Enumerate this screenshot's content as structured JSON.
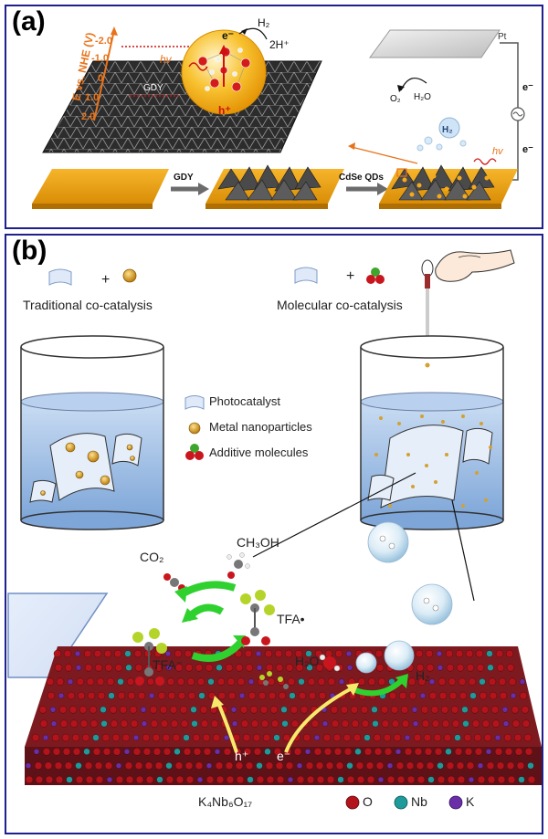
{
  "panel_a": {
    "label": "(a)",
    "axis_label": "E vs. NHE (V)",
    "ticks": [
      "-2.0",
      "-1.0",
      "0",
      "1.0",
      "2.0"
    ],
    "hv": "hv",
    "electron": "e⁻",
    "hole": "h⁺",
    "gdy_inner": "GDY",
    "h2": "H₂",
    "two_h_plus": "2H⁺",
    "pt": "Pt",
    "o2": "O₂",
    "h2o": "H₂O",
    "e_top": "e⁻",
    "e_bottom": "e⁻",
    "h2_bubble": "H₂",
    "arrow_gdy": "GDY",
    "arrow_cdse": "CdSe QDs"
  },
  "panel_b": {
    "label": "(b)",
    "traditional": "Traditional co-catalysis",
    "molecular": "Molecular co-catalysis",
    "plus1": "+",
    "plus2": "+",
    "legend_photocatalyst": "Photocatalyst",
    "legend_metal": "Metal nanoparticles",
    "legend_additive": "Additive molecules",
    "co2": "CO₂",
    "ch3oh": "CH₃OH",
    "tfa_radical": "TFA•",
    "tfa_minus": "TFA⁻",
    "h2o": "H₂O",
    "h2": "H₂",
    "h_plus": "h⁺",
    "e_minus": "e⁻",
    "material": "K₄Nb₆O₁₇",
    "legend_o": "O",
    "legend_nb": "Nb",
    "legend_k": "K",
    "colors": {
      "o": "#b3141b",
      "nb": "#1f9a9a",
      "k": "#6a2fa8"
    }
  }
}
